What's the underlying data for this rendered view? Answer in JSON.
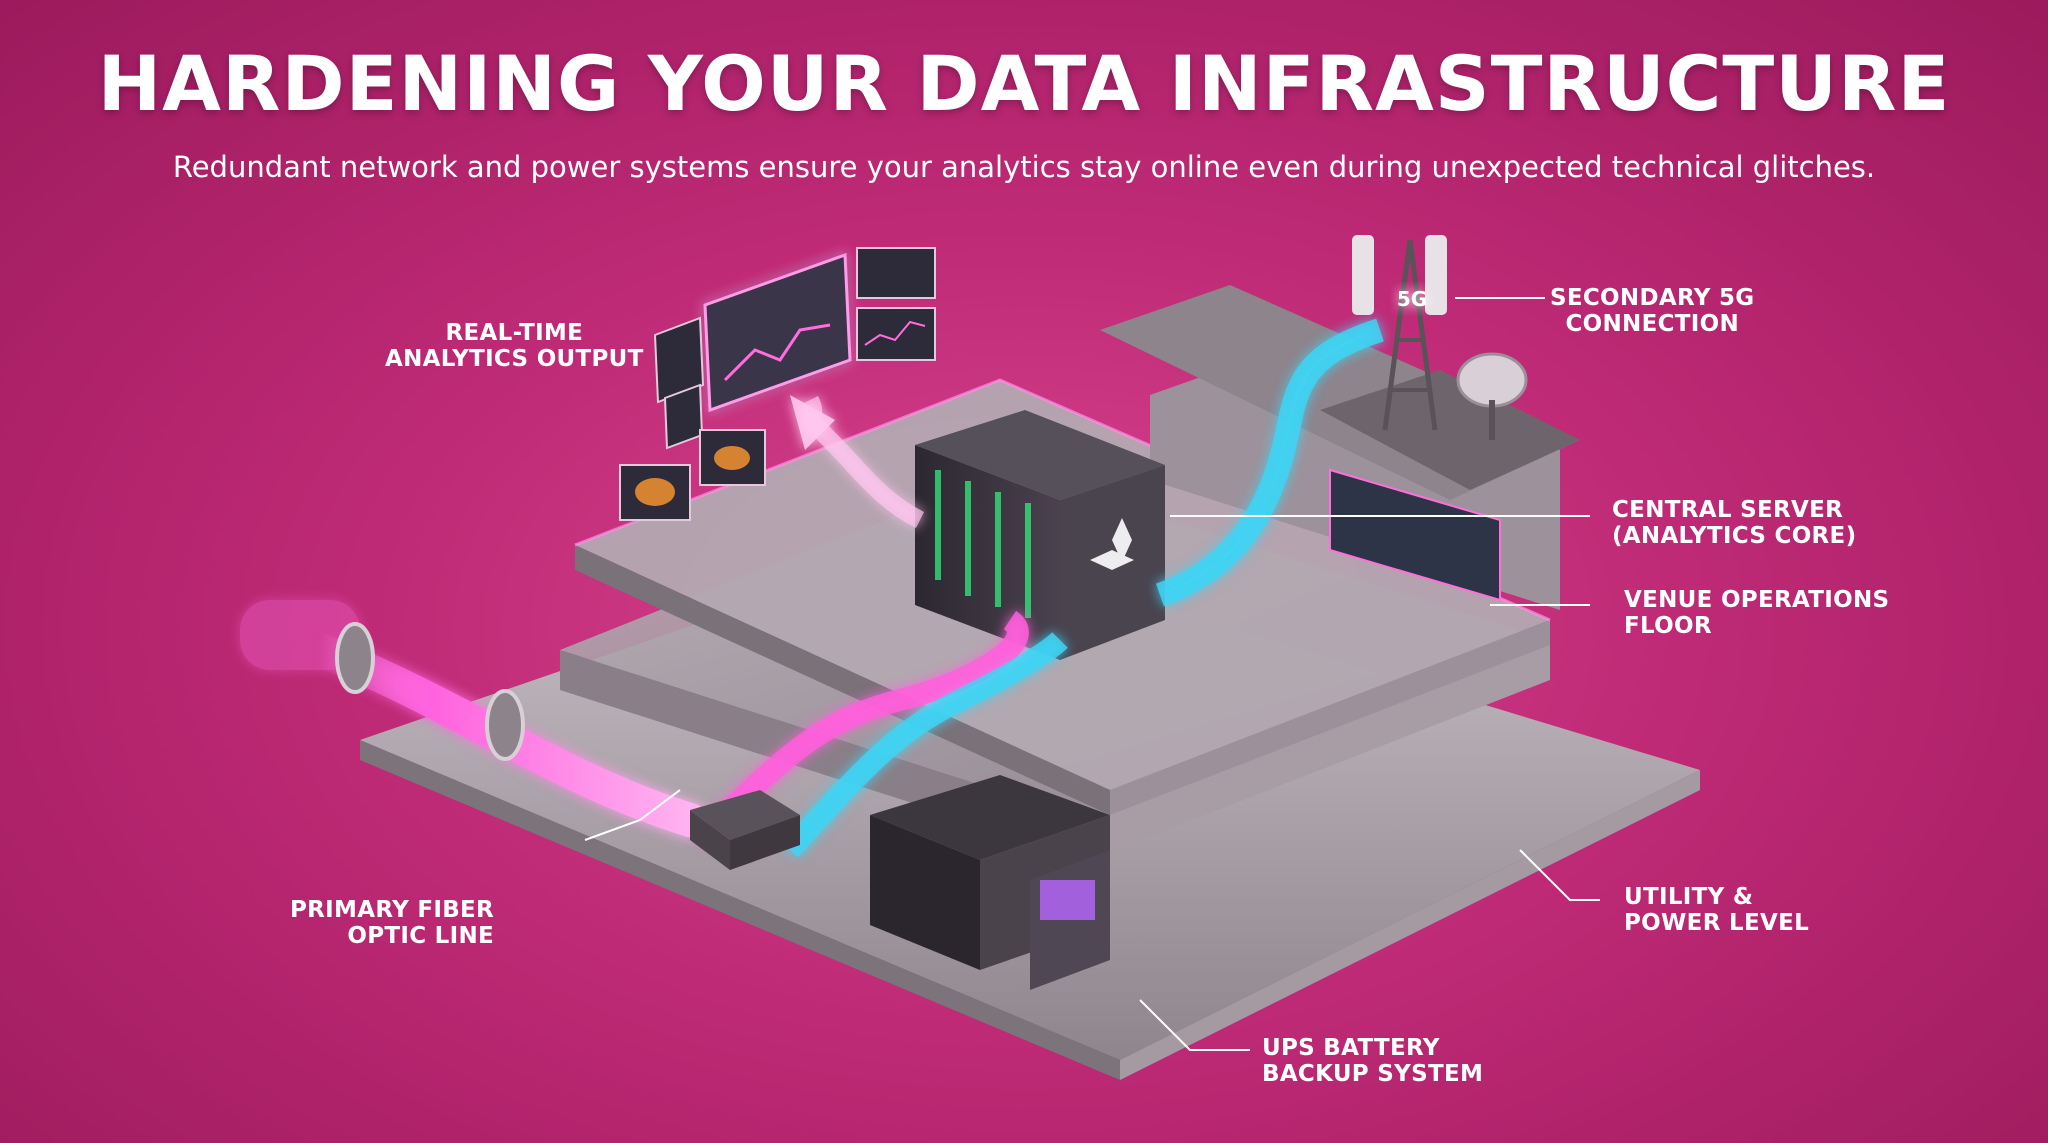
{
  "title": "HARDENING YOUR DATA INFRASTRUCTURE",
  "subtitle": "Redundant network and power systems ensure your analytics stay online even during unexpected technical glitches.",
  "badge_5g": "5G",
  "labels": {
    "analytics_output": [
      "REAL-TIME",
      "ANALYTICS OUTPUT"
    ],
    "secondary_5g": [
      "SECONDARY 5G",
      "CONNECTION"
    ],
    "central_server": [
      "CENTRAL SERVER",
      "(ANALYTICS CORE)"
    ],
    "venue_operations": [
      "VENUE OPERATIONS",
      "FLOOR"
    ],
    "primary_fiber": [
      "PRIMARY FIBER",
      "OPTIC LINE"
    ],
    "utility_power": [
      "UTILITY &",
      "POWER LEVEL"
    ],
    "ups_battery": [
      "UPS BATTERY",
      "BACKUP SYSTEM"
    ]
  },
  "colors": {
    "background": "#c22a78",
    "fiber_magenta": "#ff4fd8",
    "link_cyan": "#39d6f5",
    "platform_grey": "#9a8f97",
    "server_dark": "#3b3540"
  }
}
